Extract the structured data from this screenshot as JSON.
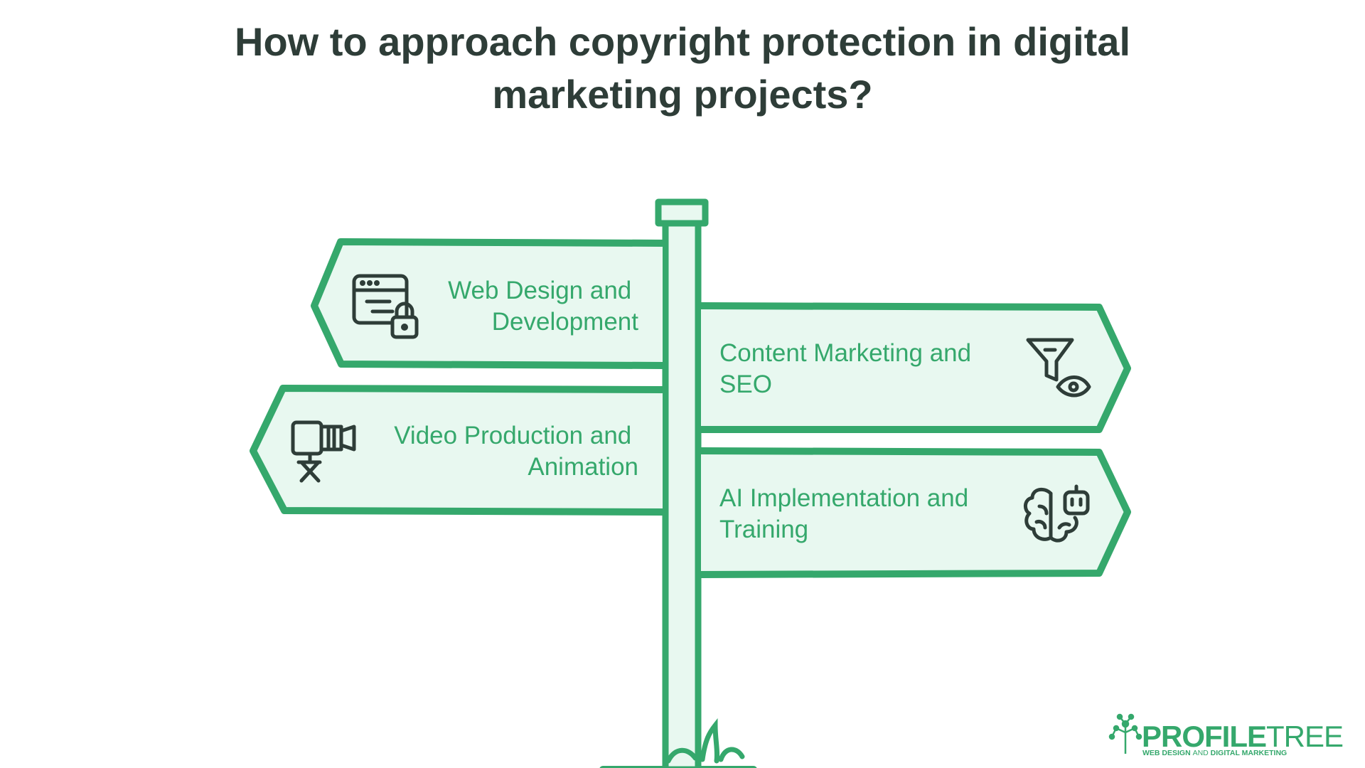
{
  "title": {
    "line1": "How to approach copyright protection in digital",
    "line2": "marketing projects?"
  },
  "signs": [
    {
      "id": "web",
      "line1": "Web Design and",
      "line2": "Development",
      "icon": "browser-lock-icon",
      "direction": "left"
    },
    {
      "id": "content",
      "line1": "Content Marketing and",
      "line2": "SEO",
      "icon": "funnel-eye-icon",
      "direction": "right"
    },
    {
      "id": "video",
      "line1": "Video Production and",
      "line2": "Animation",
      "icon": "video-camera-icon",
      "direction": "left"
    },
    {
      "id": "ai",
      "line1": "AI Implementation and",
      "line2": "Training",
      "icon": "brain-robot-icon",
      "direction": "right"
    }
  ],
  "logo": {
    "name_a": "PROFILE",
    "name_b": "TREE",
    "tagline_a": "WEB DESIGN ",
    "tagline_b": "AND",
    "tagline_c": " DIGITAL MARKETING"
  },
  "colors": {
    "accent": "#35a86c",
    "sign_fill": "#e8f8f0",
    "ink": "#2e3d38"
  }
}
